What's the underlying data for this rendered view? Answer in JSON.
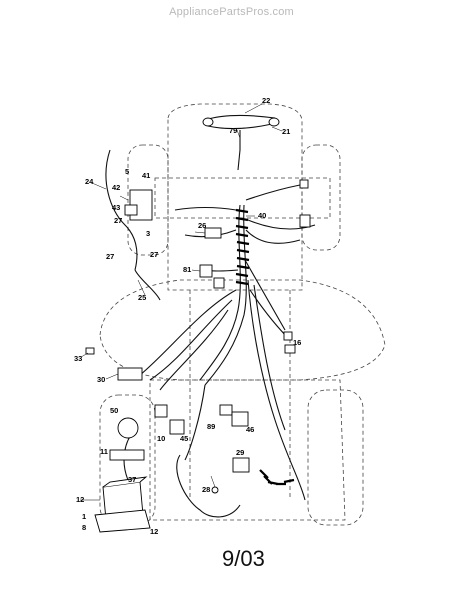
{
  "watermark": "AppliancePartsPros.com",
  "date_code": "9/03",
  "callouts": [
    "22",
    "79",
    "21",
    "5",
    "24",
    "42",
    "41",
    "43",
    "27",
    "26",
    "40",
    "3",
    "27",
    "27",
    "81",
    "25",
    "16",
    "33",
    "30",
    "50",
    "10",
    "89",
    "46",
    "45",
    "11",
    "29",
    "37",
    "28",
    "12",
    "1",
    "8",
    "12"
  ]
}
